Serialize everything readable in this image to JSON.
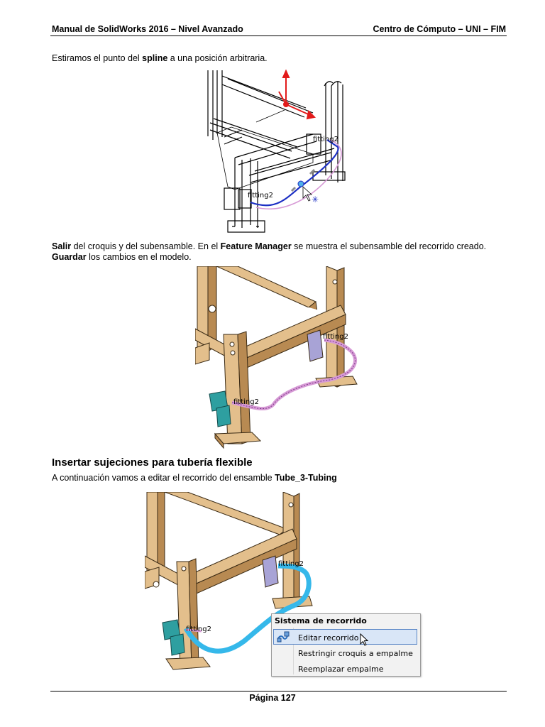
{
  "header": {
    "left": "Manual de SolidWorks 2016 – Nivel Avanzado",
    "right": "Centro de Cómputo – UNI – FIM"
  },
  "para1": {
    "bold": "spline",
    "before": "Estiramos el punto del ",
    "after": " a una posición arbitraria."
  },
  "para2": {
    "b1": "Salir",
    "t1": " del croquis y del subensamble. En el ",
    "b2": "Feature Manager",
    "t2": " se muestra el subensamble del recorrido creado.",
    "b3": "Guardar",
    "t3": " los cambios en el modelo."
  },
  "section_title": "Insertar sujeciones para tubería flexible",
  "para3": {
    "before": "A continuación vamos a editar el recorrido del ensamble ",
    "bold": "Tube_3-Tubing"
  },
  "figure_labels": {
    "fitting": "fitting2"
  },
  "context_menu": {
    "title": "Sistema de recorrido",
    "items": [
      "Editar recorrido",
      "Restringir croquis a empalme",
      "Reemplazar empalme"
    ]
  },
  "footer": {
    "page": "Página 127"
  },
  "colors": {
    "wood": "#e3bf8c",
    "wood_dark": "#b88a52",
    "route_blue": "#1c2fc4",
    "route_pink": "#d79ad6",
    "tube_cyan": "#35b8ea",
    "fitting_teal": "#2e9fa0",
    "bracket_violet": "#a8a3d6"
  }
}
